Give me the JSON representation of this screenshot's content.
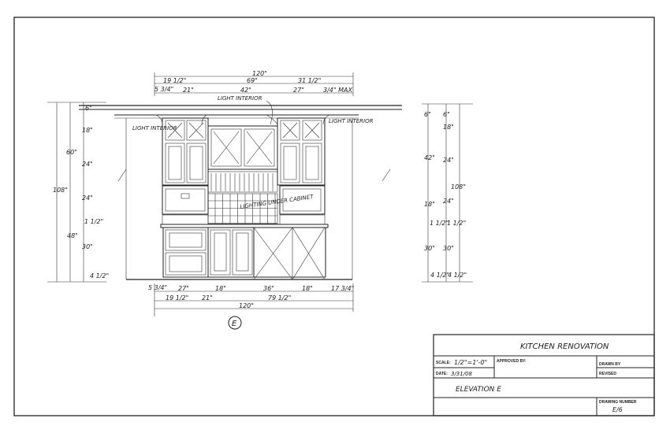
{
  "title_block": {
    "project_title": "KITCHEN RENOVATION",
    "scale_label": "SCALE:",
    "scale_value": "1/2\"=1'-0\"",
    "date_label": "DATE:",
    "date_value": "3/31/08",
    "approved_by_label": "APPROVED BY:",
    "drawn_by_label": "DRAWN BY",
    "revised_label": "REVISED",
    "sheet_description": "ELEVATION E",
    "drawing_number_label": "DRAWING NUMBER",
    "drawing_number_value": "E/6"
  },
  "elevation": {
    "marker": "E",
    "notes": {
      "light_interior_top": "LIGHT INTERIOR",
      "light_interior_left": "LIGHT INTERIOR",
      "light_interior_right": "LIGHT INTERIOR",
      "lighting_under_cabinet": "LIGHTING UNDER CABINET"
    },
    "top_dimensions": {
      "overall": "120\"",
      "left": "19 1/2\"",
      "middle": "69\"",
      "right": "31 1/2\"",
      "seg1": "5 3/4\"",
      "seg2": "21\"",
      "seg3": "42\"",
      "seg4": "27\"",
      "seg5": "3/4\" MAX"
    },
    "bottom_dimensions": {
      "seg0": "5 3/4\"",
      "seg1": "27\"",
      "seg2": "18\"",
      "seg3": "36\"",
      "seg4": "18\"",
      "seg5": "17 3/4\"",
      "row2_a": "19 1/2\"",
      "row2_b": "21\"",
      "row2_c": "79 1/2\"",
      "overall": "120\""
    },
    "left_dimensions": {
      "overall": "108\"",
      "upper": "60\"",
      "lower": "48\"",
      "d1": "6\"",
      "d2": "18\"",
      "d3": "24\"",
      "d4": "24\"",
      "d5": "1 1/2\"",
      "d6": "30\"",
      "d7": "4 1/2\""
    },
    "right_dimensions": {
      "overall": "108\"",
      "a1": "6\"",
      "a2": "42\"",
      "a3": "18\"",
      "a4": "1 1/2\"",
      "a5": "30\"",
      "a6": "4 1/2\"",
      "b1": "6\"",
      "b2": "18\"",
      "b3": "24\"",
      "b4": "24\"",
      "b5": "1 1/2\"",
      "b6": "30\"",
      "b7": "4 1/2\""
    }
  }
}
